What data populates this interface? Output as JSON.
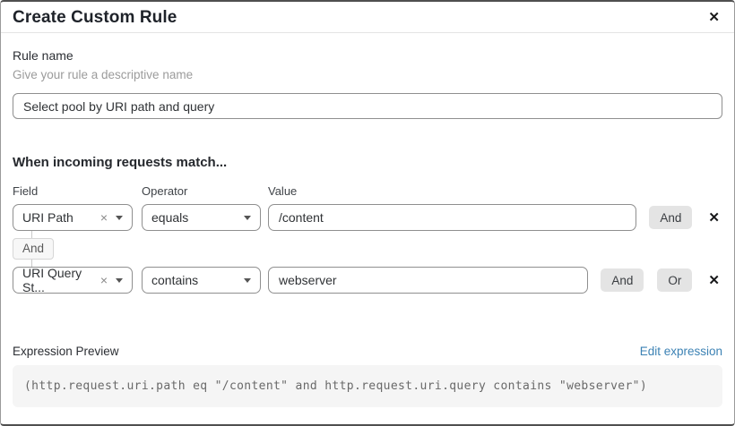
{
  "dialog": {
    "title": "Create Custom Rule"
  },
  "icons": {
    "close": "✕",
    "clear": "×",
    "remove": "✕"
  },
  "rule_name": {
    "label": "Rule name",
    "helper": "Give your rule a descriptive name",
    "value": "Select pool by URI path and query"
  },
  "match": {
    "heading": "When incoming requests match...",
    "column_labels": {
      "field": "Field",
      "operator": "Operator",
      "value": "Value"
    },
    "rows": [
      {
        "field": "URI Path",
        "operator": "equals",
        "value": "/content",
        "and_label": "And"
      },
      {
        "field": "URI Query St...",
        "operator": "contains",
        "value": "webserver",
        "and_label": "And",
        "or_label": "Or"
      }
    ],
    "between_connector": "And"
  },
  "expression": {
    "label": "Expression Preview",
    "edit_link": "Edit expression",
    "preview": "(http.request.uri.path eq \"/content\" and http.request.uri.query contains \"webserver\")"
  },
  "colors": {
    "link": "#3c82b4",
    "button_bg": "#e4e4e4",
    "code_bg": "#f5f5f5",
    "input_border": "#8f8f8f",
    "header_divider": "#e4e4e4"
  }
}
